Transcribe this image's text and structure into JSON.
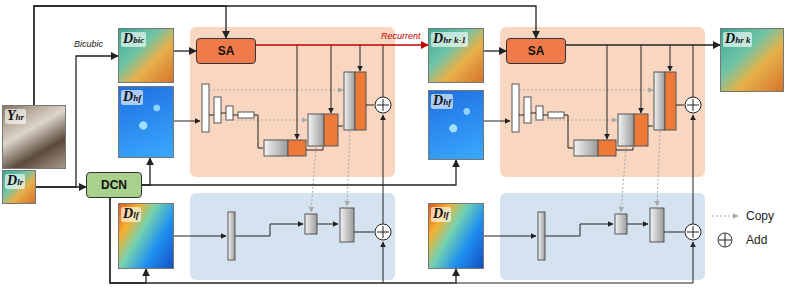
{
  "diagram": {
    "nodes": [
      {
        "text": [
          "Yhr"
        ]
      },
      {
        "text": [
          "Dlr"
        ]
      },
      {
        "text": [
          "Dbic"
        ]
      },
      {
        "text": [
          "Dhf"
        ]
      },
      {
        "text": [
          "DCN"
        ]
      },
      {
        "text": [
          "Dlf"
        ]
      },
      {
        "text": [
          "SA"
        ]
      },
      {
        "text": [
          "Dhr k-1"
        ]
      },
      {
        "text": [
          "Dhf"
        ]
      },
      {
        "text": [
          "Dlf"
        ]
      },
      {
        "text": [
          "SA"
        ]
      },
      {
        "text": [
          "Dhr k"
        ]
      }
    ],
    "edges": [
      {
        "from": 1,
        "to": 2,
        "arrow": "to",
        "label": "Bicubic"
      },
      {
        "from": 1,
        "to": 4,
        "arrow": "to"
      },
      {
        "from": 0,
        "to": 6,
        "arrow": "to"
      },
      {
        "from": 0,
        "to": 10,
        "arrow": "to"
      },
      {
        "from": 2,
        "to": 6,
        "arrow": "to"
      },
      {
        "from": 6,
        "to": 7,
        "arrow": "to",
        "label": "Recurrent"
      },
      {
        "from": 7,
        "to": 10,
        "arrow": "to"
      },
      {
        "from": 10,
        "to": 11,
        "arrow": "to"
      },
      {
        "from": 4,
        "to": 3,
        "arrow": "to"
      },
      {
        "from": 4,
        "to": 8,
        "arrow": "to"
      },
      {
        "from": 4,
        "to": 5,
        "arrow": "to"
      },
      {
        "from": 4,
        "to": 9,
        "arrow": "to"
      }
    ],
    "legend": [
      {
        "text": "Copy"
      },
      {
        "text": "Add"
      }
    ]
  }
}
